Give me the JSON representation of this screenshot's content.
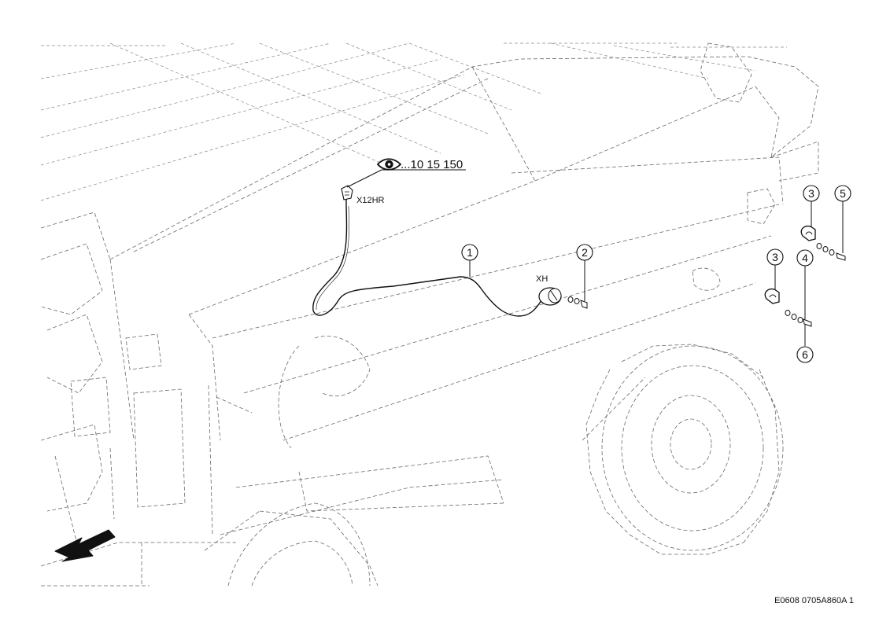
{
  "diagram": {
    "reference": {
      "text": "...10 15 150",
      "icon": "eye-icon"
    },
    "labels": {
      "connector": "X12HR",
      "sensor": "XH"
    },
    "callouts": [
      {
        "id": "callout-1",
        "number": "1"
      },
      {
        "id": "callout-2",
        "number": "2"
      },
      {
        "id": "callout-3a",
        "number": "3"
      },
      {
        "id": "callout-3b",
        "number": "3"
      },
      {
        "id": "callout-4",
        "number": "4"
      },
      {
        "id": "callout-5",
        "number": "5"
      },
      {
        "id": "callout-6",
        "number": "6"
      }
    ],
    "drawing_code": "E0608 0705A860A 1",
    "direction_icon": "forward-arrow-icon"
  }
}
